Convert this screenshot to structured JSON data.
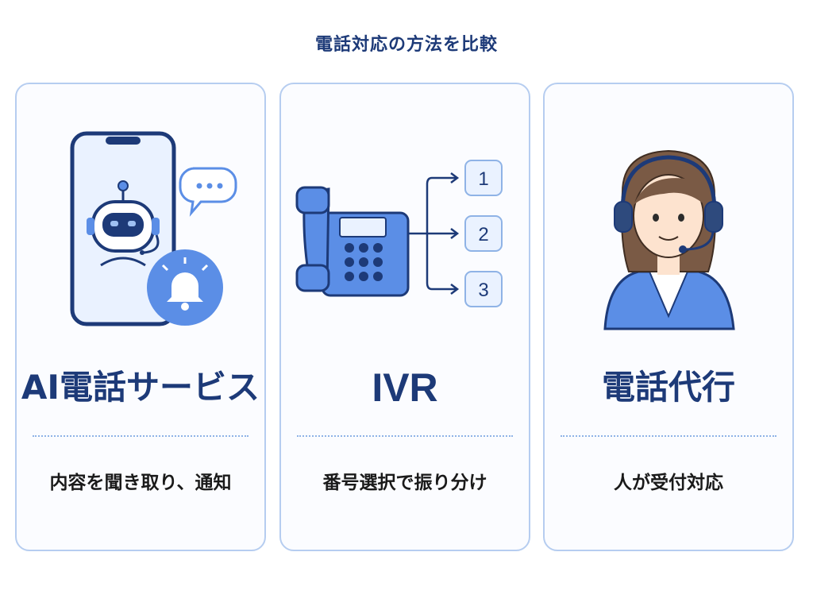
{
  "title": "電話対応の方法を比較",
  "cards": [
    {
      "title": "AI電話サービス",
      "description": "内容を聞き取り、通知"
    },
    {
      "title": "IVR",
      "description": "番号選択で振り分け",
      "options": [
        "1",
        "2",
        "3"
      ]
    },
    {
      "title": "電話代行",
      "description": "人が受付対応"
    }
  ],
  "colors": {
    "navy": "#1d3a78",
    "accent": "#5b8ee6",
    "card_border": "#b6cdf0"
  }
}
